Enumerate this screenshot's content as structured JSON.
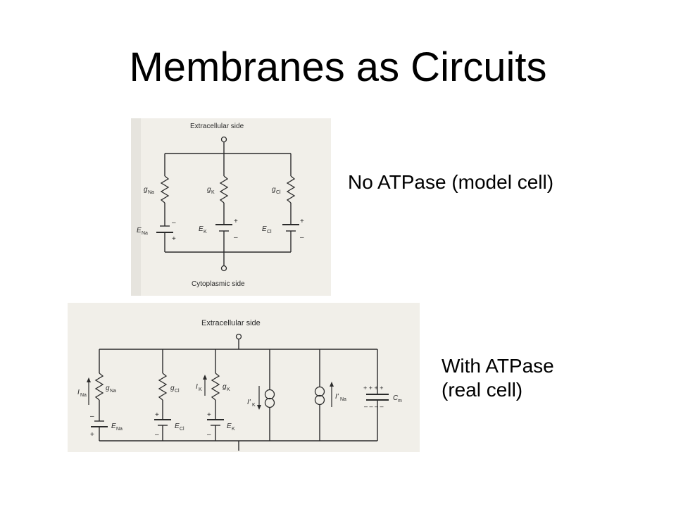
{
  "slide": {
    "title": "Membranes as Circuits"
  },
  "top_diagram": {
    "top_label": "Extracellular side",
    "bottom_label": "Cytoplasmic side",
    "branches": [
      {
        "g": "g",
        "g_sub": "Na",
        "e": "E",
        "e_sub": "Na",
        "top_sign": "–",
        "bottom_sign": "+"
      },
      {
        "g": "g",
        "g_sub": "K",
        "e": "E",
        "e_sub": "K",
        "top_sign": "+",
        "bottom_sign": "–"
      },
      {
        "g": "g",
        "g_sub": "Cl",
        "e": "E",
        "e_sub": "Cl",
        "top_sign": "+",
        "bottom_sign": "–"
      }
    ],
    "caption": "No ATPase (model cell)"
  },
  "bottom_diagram": {
    "top_label": "Extracellular side",
    "branches": [
      {
        "i": "I",
        "i_sub": "Na",
        "g": "g",
        "g_sub": "Na",
        "e": "E",
        "e_sub": "Na",
        "top_sign": "–",
        "bottom_sign": "+"
      },
      {
        "g": "g",
        "g_sub": "Cl",
        "e": "E",
        "e_sub": "Cl",
        "top_sign": "+",
        "bottom_sign": "–"
      },
      {
        "i": "I",
        "i_sub": "K",
        "g": "g",
        "g_sub": "K",
        "e": "E",
        "e_sub": "K",
        "top_sign": "+",
        "bottom_sign": "–"
      }
    ],
    "pumps": [
      {
        "i": "I'",
        "i_sub": "K"
      },
      {
        "i": "I'",
        "i_sub": "Na"
      }
    ],
    "capacitor": {
      "c": "C",
      "c_sub": "m",
      "plus": "+ + + +",
      "minus": "– – – –"
    },
    "caption_line1": "With ATPase",
    "caption_line2": "(real  cell)"
  },
  "colors": {
    "scan_paper": "#f1efe9",
    "scan_ink": "#2a2a2a",
    "scan_edge": "#dcdad3"
  }
}
